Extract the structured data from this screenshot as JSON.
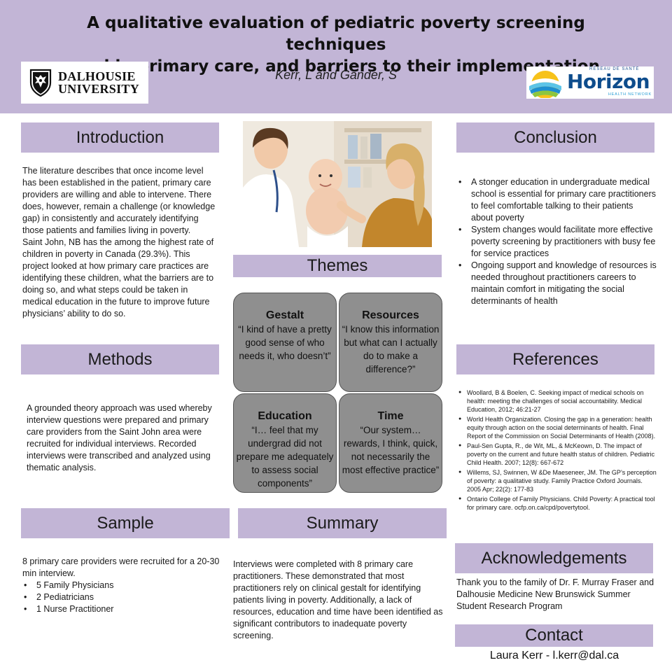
{
  "header": {
    "title_line1": "A qualitative evaluation of pediatric poverty screening techniques",
    "title_line2": "used in primary care, and barriers to their implementation.",
    "authors": "Kerr, L and Gander, S",
    "dal_logo_line1": "DALHOUSIE",
    "dal_logo_line2": "UNIVERSITY",
    "horizon_top": "RÉSEAU DE SANTÉ",
    "horizon_word": "Horizon",
    "horizon_sub": "HEALTH NETWORK"
  },
  "colors": {
    "band": "#c2b5d6",
    "theme_box": "#8f8f8f",
    "horizon_blue": "#0d4c8c"
  },
  "introduction": {
    "heading": "Introduction",
    "para1": "The literature describes that once income level has been established in the patient, primary care providers are willing and able to intervene. There does, however, remain a challenge (or knowledge gap) in consistently and accurately identifying those patients and families living in poverty.",
    "para2": "Saint John, NB has the among the highest rate of children in poverty in Canada (29.3%). This project looked at how primary care practices are identifying these children, what the barriers are to doing so, and what steps could be taken in medical education in the future to improve future physicians’ ability to do so."
  },
  "methods": {
    "heading": "Methods",
    "text": "A grounded theory approach was used whereby interview questions were prepared and primary care providers from the Saint John area were recruited for individual interviews. Recorded interviews were transcribed and analyzed using thematic analysis."
  },
  "sample": {
    "heading": "Sample",
    "text": "8 primary care providers were recruited for a 20-30 min interview.",
    "items": [
      "5 Family Physicians",
      "2 Pediatricians",
      "1 Nurse Practitioner"
    ]
  },
  "themes": {
    "heading": "Themes",
    "boxes": [
      {
        "title": "Gestalt",
        "quote": "“I kind of have a pretty good sense of who needs it, who doesn’t”"
      },
      {
        "title": "Resources",
        "quote": "“I know this information but what can I actually do to make a difference?”"
      },
      {
        "title": "Education",
        "quote": "“I… feel that my undergrad did not prepare me adequately to assess social components”"
      },
      {
        "title": "Time",
        "quote": "“Our system… rewards, I think, quick, not necessarily the most effective practice”"
      }
    ]
  },
  "summary": {
    "heading": "Summary",
    "text": "Interviews were completed with 8 primary care practitioners. These demonstrated that most practitioners rely on clinical gestalt for identifying patients living in poverty. Additionally, a lack of resources, education and time have been identified as significant contributors to inadequate poverty screening."
  },
  "conclusion": {
    "heading": "Conclusion",
    "items": [
      "A stonger education in undergraduate medical school is essential for primary care practitioners to feel comfortable talking to their patients about poverty",
      "System changes would facilitate more effective poverty screening by practitioners with busy fee for service practices",
      "Ongoing support and knowledge of resources is needed throughout practitioners careers to maintain comfort in mitigating the social determinants of health"
    ]
  },
  "references": {
    "heading": "References",
    "items": [
      "Woollard, B & Boelen, C. Seeking impact of medical schools on health: meeting the challenges of social accountability. Medical Education, 2012; 46:21-27",
      "World Health Organization. Closing the gap in a generation: health equity through action on the social determinants of health. Final Report of the Commission on Social Determinants of Health (2008).",
      "Paul-Sen Gupta, R., de Wit, ML, & McKeown, D. The impact of poverty on the current and future health status of children. Pediatric Child Health. 2007; 12(8): 667-672",
      "Willems, SJ, Swinnen, W &De Maeseneer, JM. The GP’s perception of poverty: a qualitative study. Family Practice Oxford Journals. 2005 Apr; 22(2): 177-83",
      "Ontario College of Family Physicians. Child Poverty: A practical tool for primary care. ocfp.on.ca/cpd/povertytool."
    ]
  },
  "acknowledgements": {
    "heading": "Acknowledgements",
    "text": "Thank you to the family of Dr. F. Murray Fraser and Dalhousie Medicine New Brunswick Summer Student Research Program"
  },
  "contact": {
    "heading": "Contact",
    "line": "Laura Kerr - l.kerr@dal.ca"
  }
}
